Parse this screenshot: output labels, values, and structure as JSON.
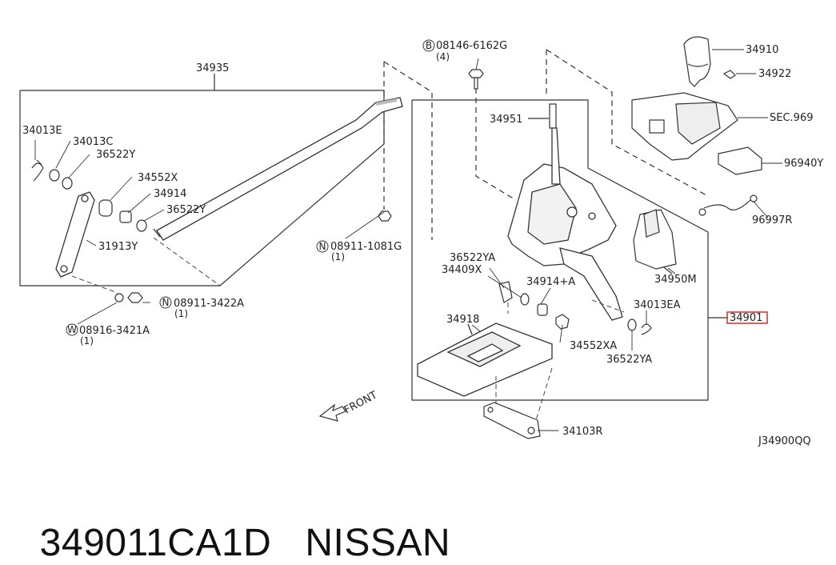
{
  "diagram": {
    "part_labels": {
      "p34935": "34935",
      "p34013E": "34013E",
      "p34013C": "34013C",
      "p36522Y_1": "36522Y",
      "p34552X": "34552X",
      "p34914": "34914",
      "p36522Y_2": "36522Y",
      "p31913Y": "31913Y",
      "p08146": "08146-6162G",
      "p08146_qty": "(4)",
      "p08911_1081": "08911-1081G",
      "p08911_1081_qty": "(1)",
      "p08911_3422": "08911-3422A",
      "p08911_3422_qty": "(1)",
      "p08916": "08916-3421A",
      "p08916_qty": "(1)",
      "p34951": "34951",
      "p36522YA_1": "36522YA",
      "p34409X": "34409X",
      "p34914A": "34914+A",
      "p34918": "34918",
      "p34552XA": "34552XA",
      "p36522YA_2": "36522YA",
      "p34013EA": "34013EA",
      "p34950M": "34950M",
      "p34910": "34910",
      "p34922": "34922",
      "sec969": "SEC.969",
      "p96940Y": "96940Y",
      "p96997R": "96997R",
      "p34901": "34901",
      "p34103R": "34103R",
      "front": "FRONT",
      "diagram_id": "J34900QQ"
    },
    "symbols": {
      "B": "B",
      "N": "N",
      "W": "W"
    },
    "highlight_color": "#e8262b"
  },
  "caption": {
    "part_number": "349011CA1D",
    "brand": "NISSAN"
  }
}
